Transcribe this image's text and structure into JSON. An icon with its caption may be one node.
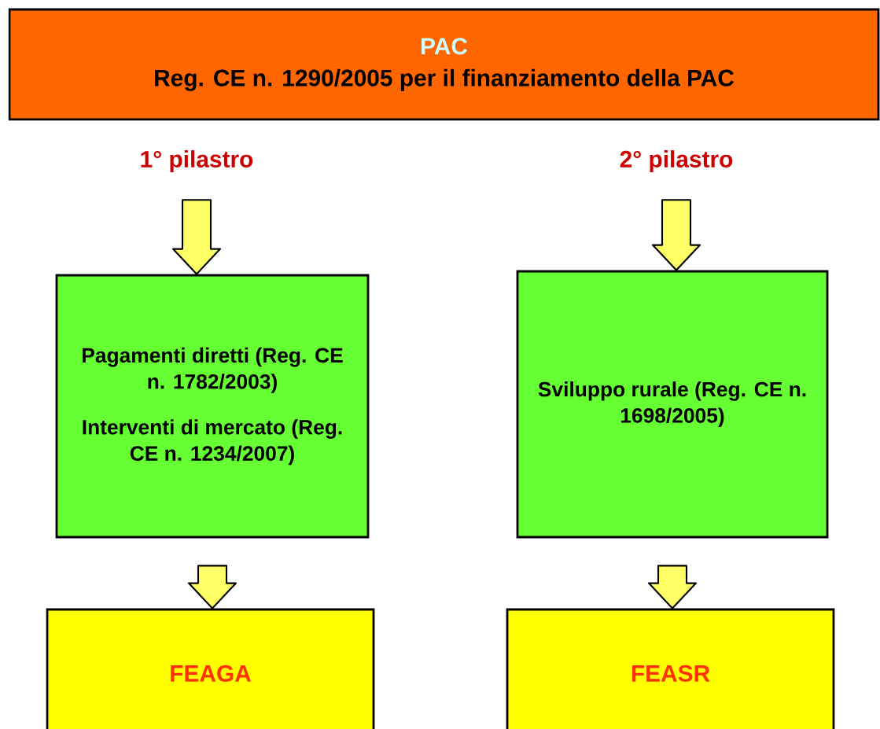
{
  "diagram": {
    "nodes": [
      {
        "text": [
          "PAC",
          "Reg. CE n. 1290/2005 per il finanziamento della PAC"
        ]
      },
      {
        "text": [
          "1° pilastro"
        ]
      },
      {
        "text": [
          "2° pilastro"
        ]
      },
      {
        "text": [
          "Pagamenti diretti (Reg. CE n. 1782/2003)",
          "Interventi di mercato (Reg. CE n. 1234/2007)"
        ]
      },
      {
        "text": [
          "Sviluppo rurale (Reg. CE n. 1698/2005)"
        ]
      },
      {
        "text": [
          "FEAGA"
        ]
      },
      {
        "text": [
          "FEASR"
        ]
      }
    ],
    "edges": [
      {
        "from": 1,
        "to": 3,
        "arrow": "to"
      },
      {
        "from": 2,
        "to": 4,
        "arrow": "to"
      },
      {
        "from": 3,
        "to": 5,
        "arrow": "to"
      },
      {
        "from": 4,
        "to": 6,
        "arrow": "to"
      }
    ]
  }
}
